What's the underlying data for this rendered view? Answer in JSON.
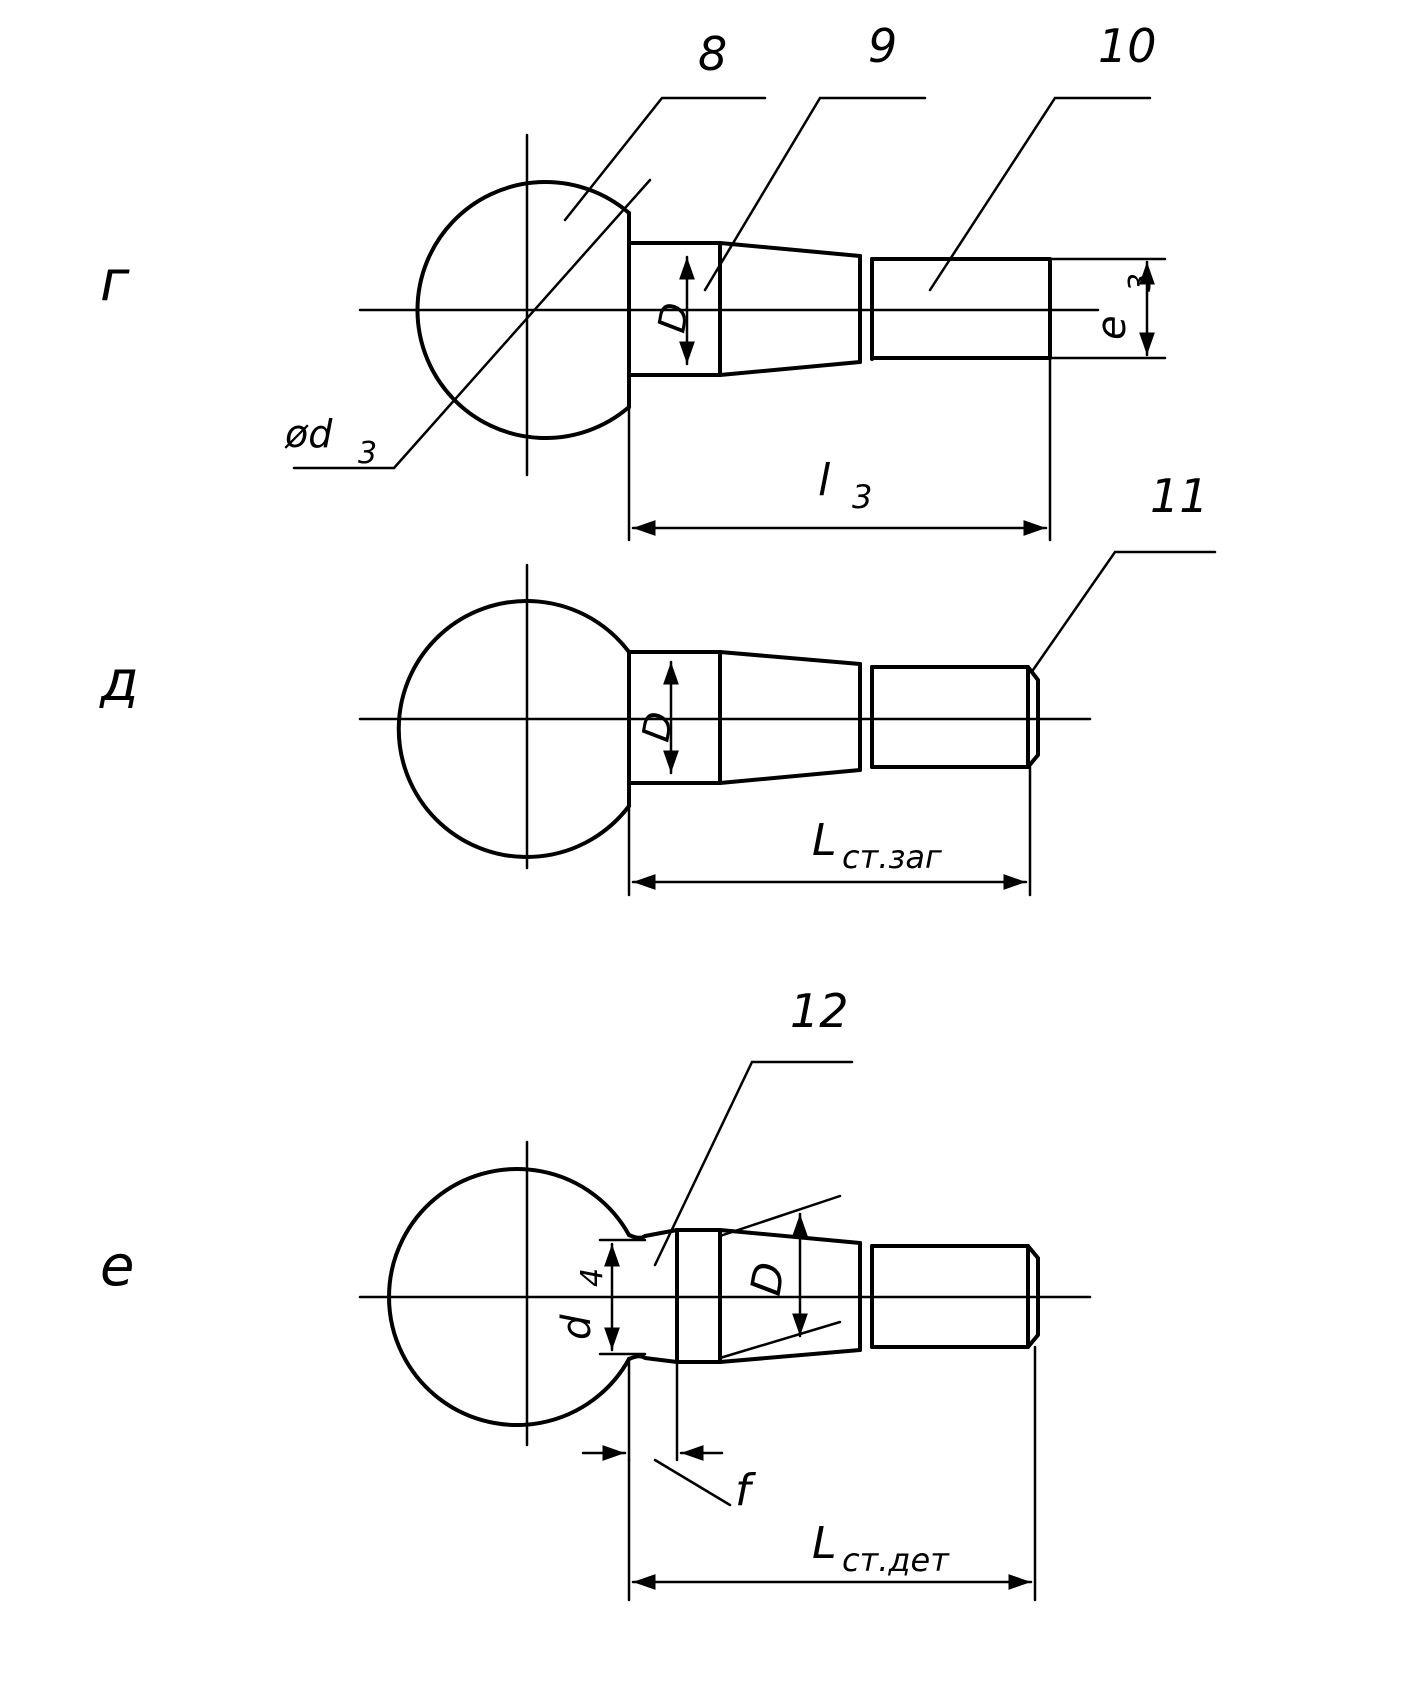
{
  "variants": [
    {
      "key": "g",
      "letter": "г"
    },
    {
      "key": "d",
      "letter": "д"
    },
    {
      "key": "e",
      "letter": "е"
    }
  ],
  "callouts": [
    "8",
    "9",
    "10",
    "11",
    "12"
  ],
  "dimensions": {
    "sphere_diameter": {
      "symbol": "ød",
      "sub": "3"
    },
    "length_g": {
      "symbol": "l",
      "sub": "3"
    },
    "thread_g": {
      "symbol": "е",
      "sub": "3"
    },
    "taper_diameter": "D",
    "length_d": {
      "symbol": "L",
      "sub": "ст.заг"
    },
    "length_e": {
      "symbol": "L",
      "sub": "ст.дет"
    },
    "neck_diameter": {
      "symbol": "d",
      "sub": "4"
    },
    "fillet": "f"
  },
  "colors": {
    "ink": "#000000",
    "paper": "#ffffff"
  }
}
